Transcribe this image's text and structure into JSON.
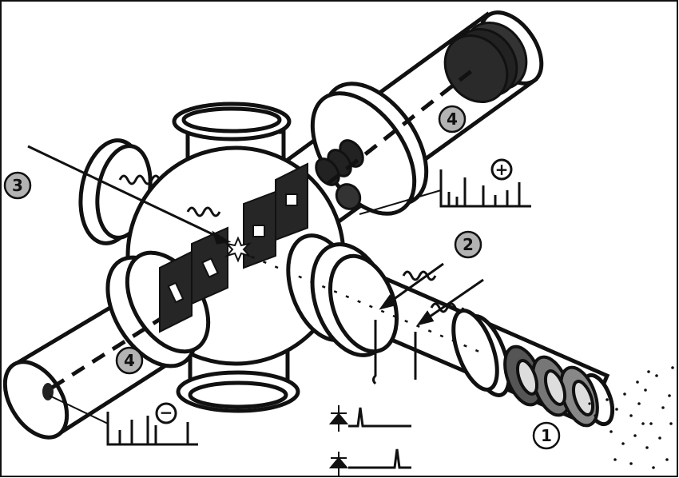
{
  "labels": {
    "one": "1",
    "two": "2",
    "three": "3",
    "four_top": "4",
    "four_bottom": "4"
  },
  "symbols": {
    "positive": "+",
    "negative": "−"
  },
  "colors": {
    "ink": "#111111",
    "badge": "#b3b3b3",
    "dark_plate": "#262626",
    "mid_gray": "#6b6b6b",
    "light_gray": "#d9d9d9"
  },
  "icons": {
    "photodiode_top": "photodiode-icon",
    "photodiode_bottom": "photodiode-icon",
    "spark": "starburst-icon"
  }
}
